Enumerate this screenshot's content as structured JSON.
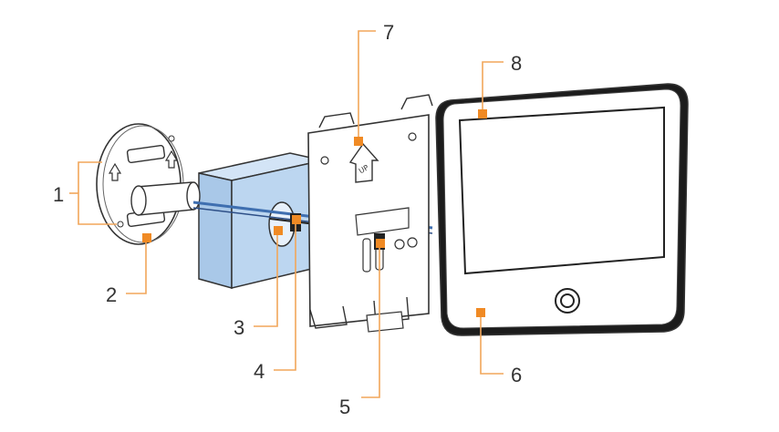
{
  "diagram": {
    "callouts": [
      {
        "id": "1",
        "label": "1"
      },
      {
        "id": "2",
        "label": "2"
      },
      {
        "id": "3",
        "label": "3"
      },
      {
        "id": "4",
        "label": "4"
      },
      {
        "id": "5",
        "label": "5"
      },
      {
        "id": "6",
        "label": "6"
      },
      {
        "id": "7",
        "label": "7"
      },
      {
        "id": "8",
        "label": "8"
      }
    ],
    "up_text": "UP",
    "colors": {
      "leader": "#f2a65a",
      "marker": "#f08a24",
      "door_block": "#b9d4ee",
      "cable": "#3f6fb0",
      "outline": "#333333"
    }
  }
}
